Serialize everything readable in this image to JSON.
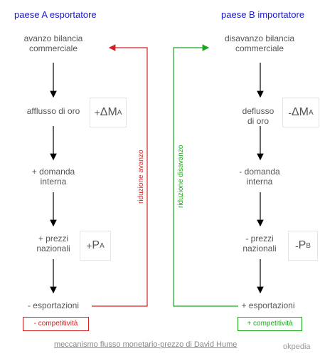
{
  "country_a": {
    "title": "paese A esportatore",
    "steps": [
      "avanzo bilancia\ncommerciale",
      "afflusso di oro",
      "+ domanda\ninterna",
      "+ prezzi\nnazionali",
      "- esportazioni"
    ],
    "boxes": {
      "money": {
        "sign": "+",
        "symbol": "ΔM",
        "sub": "A"
      },
      "prices": {
        "sign": "+",
        "symbol": "P",
        "sub": "A"
      }
    },
    "feedback_label": "riduzione avanzo",
    "tag": "- competitività",
    "feedback_color": "#d42020"
  },
  "country_b": {
    "title": "paese B importatore",
    "steps": [
      "disavanzo bilancia\ncommerciale",
      "deflusso\ndi oro",
      "- domanda\ninterna",
      "- prezzi\nnazionali",
      "+ esportazioni"
    ],
    "boxes": {
      "money": {
        "sign": "-",
        "symbol": "ΔM",
        "sub": "A"
      },
      "prices": {
        "sign": "-",
        "symbol": "P",
        "sub": "B"
      }
    },
    "feedback_label": "riduzione disavanzo",
    "tag": "+ competitività",
    "feedback_color": "#1aa81a"
  },
  "caption": "meccanismo flusso monetario-prezzo di David Hume",
  "brand": "okpedia"
}
